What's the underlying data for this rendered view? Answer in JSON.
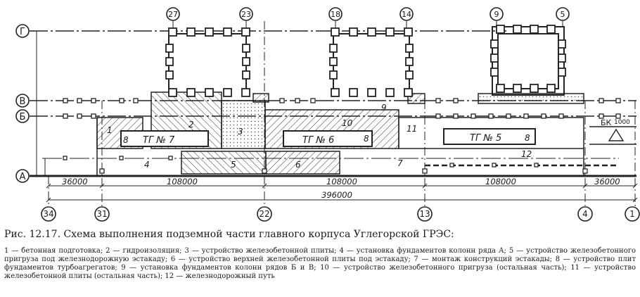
{
  "axes": {
    "rows": [
      "Г",
      "В",
      "Б",
      "А"
    ],
    "columns": [
      "34",
      "31",
      "22",
      "13",
      "4",
      "1"
    ],
    "upper_markers": [
      "27",
      "23",
      "18",
      "14",
      "9",
      "5"
    ]
  },
  "zones": [
    "1",
    "2",
    "3",
    "4",
    "5",
    "6",
    "7",
    "8",
    "9",
    "10",
    "11",
    "12"
  ],
  "turbines": [
    "ТГ № 7",
    "ТГ № 6",
    "ТГ № 5"
  ],
  "labels": {
    "bk": "БК",
    "bk_value": "1000"
  },
  "dimensions": {
    "segments": [
      "36000",
      "108000",
      "108000",
      "108000",
      "36000"
    ],
    "total": "396000"
  },
  "caption": "Рис. 12.17. Схема выполнения подземной части главного корпуса Углегорской ГРЭС:",
  "legend": "1 — бетонная подготовка; 2 — гидроизоляция; 3 — устройство железобетонной плиты; 4 — установка фундаментов колонн ряда А; 5 — устройство железобетонного пригруза под железнодорожную эстакаду; 6 — устройство верхней железобетонной плиты под эстакаду; 7 — монтаж конструкций эстакады; 8 — устройство плит фундаментов турбоагрегатов; 9 — установка фундаментов колонн рядов Б и В; 10 — устройство железобетонного пригруза (остальная часть); 11 — устройство железобетонной плиты (остальная часть); 12 — железнодорожный путь"
}
